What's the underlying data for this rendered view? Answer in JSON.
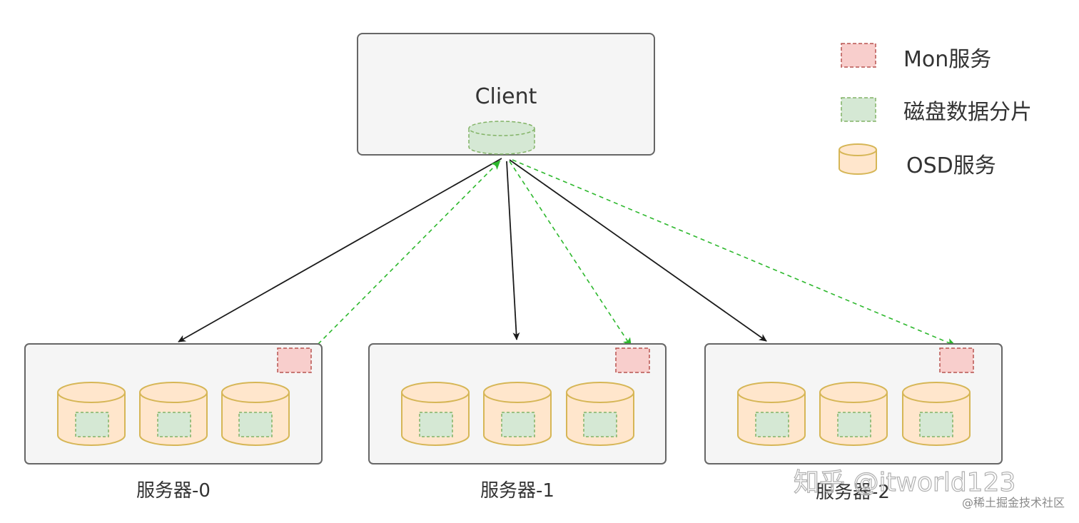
{
  "client": {
    "label": "Client"
  },
  "legend": {
    "items": [
      {
        "label": "Mon服务",
        "icon": "mon-service-icon",
        "color": "#f8cecc"
      },
      {
        "label": "磁盘数据分片",
        "icon": "data-shard-icon",
        "color": "#d5e8d4"
      },
      {
        "label": "OSD服务",
        "icon": "osd-service-icon",
        "color": "#ffe6cc"
      }
    ]
  },
  "servers": [
    {
      "label": "服务器-0"
    },
    {
      "label": "服务器-1"
    },
    {
      "label": "服务器-2"
    }
  ],
  "watermark": {
    "main": "知乎 @itworld123",
    "source": "@稀土掘金技术社区"
  },
  "colors": {
    "box_fill": "#f5f5f5",
    "box_stroke": "#666666",
    "mon_fill": "#f8cecc",
    "mon_stroke": "#b85450",
    "shard_fill": "#d5e8d4",
    "shard_stroke": "#82b366",
    "osd_fill": "#ffe6cc",
    "osd_stroke": "#d6b656",
    "solid_arrow": "#1a1a1a",
    "dashed_arrow": "#2db82d"
  }
}
